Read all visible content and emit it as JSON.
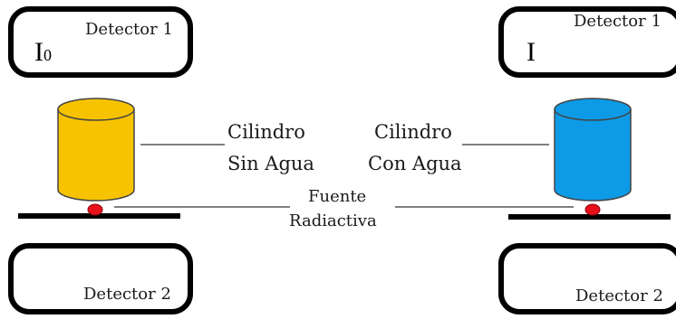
{
  "left": {
    "top_detector": {
      "label": "Detector 1",
      "symbol": "I",
      "subscript": "0"
    },
    "bottom_detector": {
      "label": "Detector 2"
    },
    "cylinder": {
      "line1": "Cilindro",
      "line2": "Sin Agua",
      "color": "#f7c300"
    }
  },
  "right": {
    "top_detector": {
      "label": "Detector 1",
      "symbol": "I"
    },
    "bottom_detector": {
      "label": "Detector 2"
    },
    "cylinder": {
      "line1": "Cilindro",
      "line2": "Con Agua",
      "color": "#0d9ae6"
    }
  },
  "source": {
    "line1": "Fuente",
    "line2": "Radiactiva",
    "color": "#e8101a"
  }
}
